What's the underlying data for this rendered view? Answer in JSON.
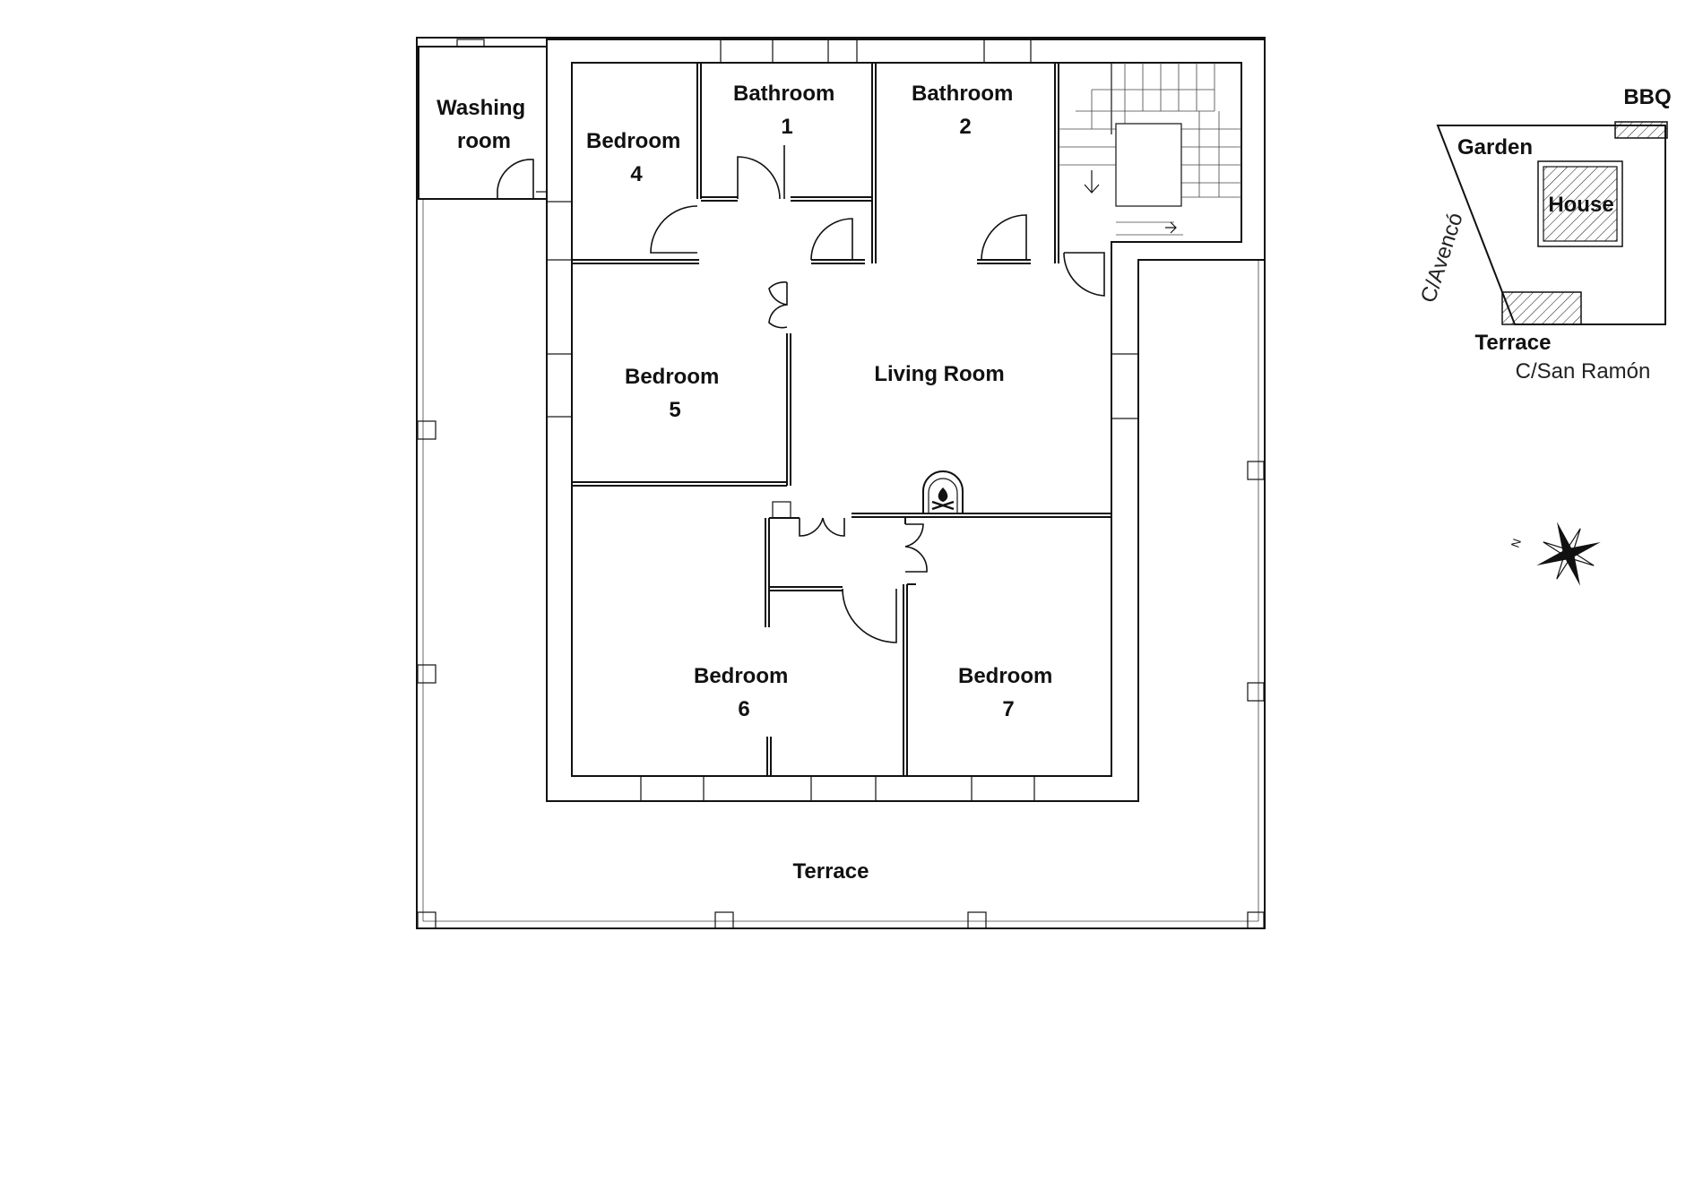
{
  "floor_plan": {
    "rooms": {
      "washing_room": [
        "Washing",
        "room"
      ],
      "bedroom_4": [
        "Bedroom",
        "4"
      ],
      "bathroom_1": [
        "Bathroom",
        "1"
      ],
      "bathroom_2": [
        "Bathroom",
        "2"
      ],
      "bedroom_5": [
        "Bedroom",
        "5"
      ],
      "living_room": "Living Room",
      "bedroom_6": [
        "Bedroom",
        "6"
      ],
      "bedroom_7": [
        "Bedroom",
        "7"
      ],
      "terrace": "Terrace"
    }
  },
  "site_plan": {
    "bbq": "BBQ",
    "garden": "Garden",
    "house": "House",
    "street_side": "C/Avencó",
    "terrace": "Terrace",
    "street_front": "C/San Ramón"
  },
  "compass": {
    "north": "N"
  }
}
